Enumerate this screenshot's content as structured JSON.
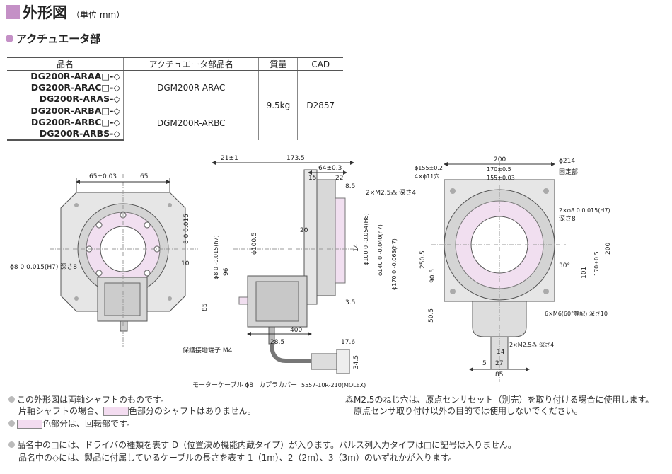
{
  "header": {
    "title": "外形図",
    "unit": "（単位 mm）"
  },
  "section": {
    "title": "アクチュエータ部"
  },
  "table": {
    "headers": [
      "品名",
      "アクチュエータ部品名",
      "質量",
      "CAD"
    ],
    "models": [
      "DG200R-ARAA□-◇",
      "DG200R-ARAC□-◇",
      "DG200R-ARAS-◇",
      "DG200R-ARBA□-◇",
      "DG200R-ARBC□-◇",
      "DG200R-ARBS-◇"
    ],
    "part_a": "DGM200R-ARAC",
    "part_b": "DGM200R-ARBC",
    "mass": "9.5kg",
    "cad": "D2857"
  },
  "drawing": {
    "left": {
      "d65a": "65±0.03",
      "d65b": "65",
      "d8h7": "8 0 0.015",
      "d8hole": "ϕ8 0 0.015(H7) 深さ8",
      "d10": "10"
    },
    "side": {
      "d21": "21±1",
      "d173": "173.5",
      "d64": "64±0.3",
      "d15": "15",
      "d22": "22",
      "d85a": "8.5",
      "m25": "2×M2.5⁂ 深さ4",
      "d100": "ϕ100.5",
      "d20": "20",
      "d14": "14",
      "h8": "ϕ100 0 -0.054(H8)",
      "h7": "ϕ140 0 -0.040(h7)",
      "d170": "ϕ170 0 -0.063(h7)",
      "d96": "96",
      "d85": "85",
      "d35": "3.5",
      "d400": "400",
      "d285": "28.5",
      "d176": "17.6",
      "d345": "34.5",
      "pe": "保護接地端子 M4",
      "cable": "モーターケーブル ϕ8",
      "cover": "カプラカバー",
      "conn": "5557-10R-210(MOLEX)",
      "sh": "ϕ8 0 -0.015(h7)"
    },
    "front": {
      "d200": "200",
      "d214": "ϕ214",
      "d155a": "ϕ155±0.2",
      "d11": "4×ϕ11穴",
      "d170": "170±0.5",
      "d155b": "155±0.03",
      "fix": "固定部",
      "d8h7": "2×ϕ8 0 0.015(H7)",
      "deep8": "深さ8",
      "d200v": "200",
      "d170v": "170±0.5",
      "d2505": "250.5",
      "d905": "90.5",
      "d101": "101",
      "d30": "30°",
      "m6": "6×M6(60°等配) 深さ10",
      "d505": "50.5",
      "m25": "2×M2.5⁂ 深さ4",
      "d5": "5",
      "d14": "14",
      "d27": "27",
      "d85": "85"
    }
  },
  "notes": {
    "n1": "この外形図は両軸シャフトのものです。",
    "n1b": "片軸シャフトの場合、",
    "n1c": "色部分のシャフトはありません。",
    "n2": "色部分は、回転部です。",
    "n3": "⁂M2.5のねじ穴は、原点センサセット（別売）を取り付ける場合に使用します。",
    "n3b": "原点センサ取り付け以外の目的では使用しないでください。",
    "n4": "品名中の□には、ドライバの種類を表す D（位置決め機能内蔵タイプ）が入ります。パルス列入力タイプは□に記号は入りません。",
    "n4b": "品名中の◇には、製品に付属しているケーブルの長さを表す 1（1m）、2（2m）、3（3m）のいずれかが入ります。"
  }
}
